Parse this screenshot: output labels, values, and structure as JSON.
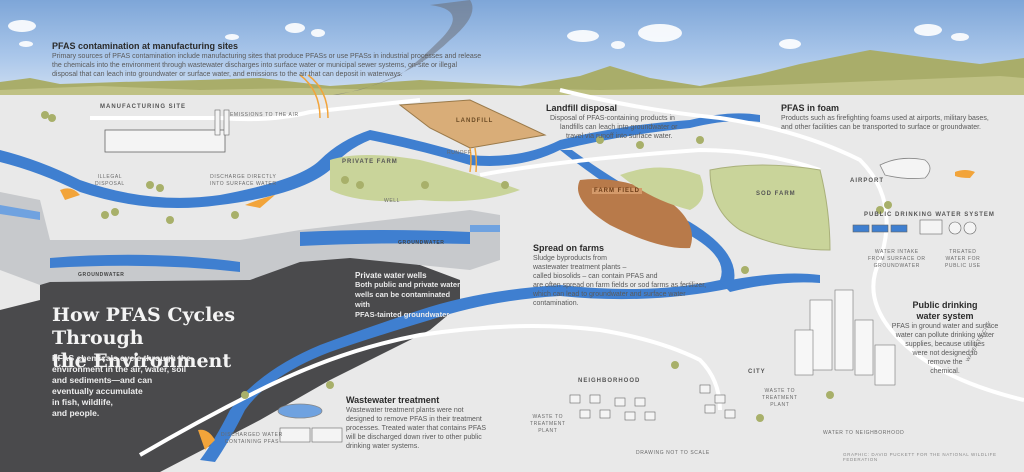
{
  "title": {
    "line1": "How PFAS Cycles Through",
    "line2": "the Environment"
  },
  "intro": {
    "lines": [
      "PFAS chemicals cycle through the",
      "environment in the air, water, soil",
      "and sediments—and can",
      "eventually accumulate",
      "in fish, wildlife,",
      "and people."
    ]
  },
  "callouts": {
    "manufacturing": {
      "heading": "PFAS contamination at manufacturing sites",
      "lines": [
        "Primary sources of PFAS contamination include manufacturing sites that produce PFASs or use PFASs in industrial processes and release",
        "the chemicals into the environment through wastewater discharges into surface water or municipal sewer systems, on-site or illegal",
        "disposal that can leach into groundwater or surface water, and emissions to the air that can deposit in waterways."
      ]
    },
    "landfill": {
      "heading": "Landfill disposal",
      "lines": [
        "Disposal of PFAS-containing products in",
        "landfills can leach into groundwater or",
        "travel via runoff into surface water."
      ]
    },
    "foam": {
      "heading": "PFAS in foam",
      "lines": [
        "Products such as firefighting foams used at airports, military bases,",
        "and other facilities can be transported to surface or groundwater."
      ]
    },
    "farms": {
      "heading": "Spread on farms",
      "lines": [
        "Sludge byproducts from",
        "wastewater treatment plants –",
        "called biosolids – can contain PFAS and",
        "are often spread on farm fields or sod farms as fertilizer,",
        "which can lead to groundwater and surface water",
        "contamination."
      ]
    },
    "wells": {
      "heading": "Private water wells",
      "lines": [
        "Both public and private water",
        "wells can be contaminated with",
        "PFAS-tainted groundwater."
      ]
    },
    "wastewater": {
      "heading": "Wastewater treatment",
      "lines": [
        "Wastewater treatment plants were not",
        "designed to remove PFAS in their treatment",
        "processes. Treated water that contains PFAS",
        "will be discharged down river to other public",
        "drinking water systems."
      ]
    },
    "drinking": {
      "heading_line1": "Public drinking",
      "heading_line2": "water system",
      "lines": [
        "PFAS in ground water and surface",
        "water can pollute drinking water",
        "supplies, because utilities",
        "were not designed to",
        "remove the",
        "chemical."
      ]
    }
  },
  "labels": {
    "manufacturing_site": "MANUFACTURING SITE",
    "emissions": "EMISSIONS TO THE AIR",
    "illegal_disposal": [
      "ILLEGAL",
      "DISPOSAL"
    ],
    "discharge_directly": [
      "DISCHARGE DIRECTLY",
      "INTO SURFACE WATER"
    ],
    "groundwater_left": "GROUNDWATER",
    "groundwater_mid": "GROUNDWATER",
    "private_farm": "PRIVATE FARM",
    "well": "WELL",
    "landfill": "LANDFILL",
    "runoff": "RUNOFF",
    "farm_field": "FARM FIELD",
    "sod_farm": "SOD FARM",
    "airport": "AIRPORT",
    "public_drinking_water_system": "PUBLIC DRINKING WATER SYSTEM",
    "water_intake": [
      "WATER INTAKE",
      "FROM SURFACE OR",
      "GROUNDWATER"
    ],
    "treated_water": [
      "TREATED",
      "WATER FOR",
      "PUBLIC USE"
    ],
    "water_to_city": "WATER TO CITY",
    "city": "CITY",
    "neighborhood": "NEIGHBORHOOD",
    "waste_to_plant_city": [
      "WASTE TO",
      "TREATMENT",
      "PLANT"
    ],
    "waste_to_plant_neighborhood": [
      "WASTE TO",
      "TREATMENT",
      "PLANT"
    ],
    "water_to_neighborhood": "WATER TO NEIGHBORHOOD",
    "discharged_water": [
      "DISCHARGED WATER",
      "CONTAINING PFAS"
    ],
    "not_to_scale": "DRAWING NOT TO SCALE",
    "credit": "GRAPHIC: DAVID PUCKETT FOR THE NATIONAL WILDLIFE FEDERATION"
  },
  "colors": {
    "sky_top": "#7ea6d8",
    "river": "#3f7fd0",
    "ground": "#e9e9e9",
    "hills": "#a9ad6a",
    "pfas_orange": "#f2a43a",
    "landfill": "#d9ad78",
    "farm_field": "#b87a4a",
    "grass": "#c9d49a",
    "dark_panel": "#4a4a4c"
  }
}
